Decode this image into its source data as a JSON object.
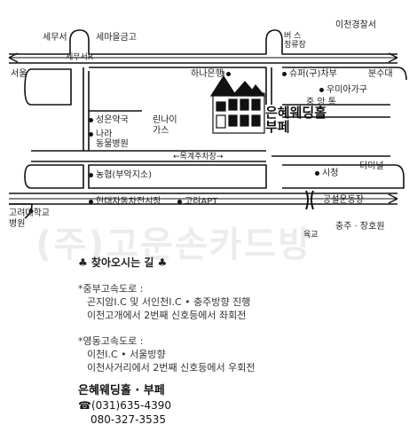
{
  "map": {
    "labels": {
      "semuseo": "세무서",
      "saemaeul": "세마을금고",
      "icheon_police": "이천경찰서",
      "bus_stop_1": "버  스",
      "bus_stop_2": "정류장",
      "semuseo_road": "세무서R",
      "seoul": "서울",
      "hana_bank": "하나은행",
      "shupeo": "슈퍼(구)차부",
      "bunsudae": "분수대",
      "umi_garage": "우미아가구",
      "jungang_st": "중 앙 통",
      "seongeun_pharmacy": "성은약국",
      "nara_animal_1": "나라",
      "nara_animal_2": "동물병원",
      "linnai_1": "린나이",
      "linnai_2": "가스",
      "parking": "←목계주차장→",
      "nonghyup": "농협(부악지소)",
      "city_hall": "시청",
      "terminal": "터미널",
      "hyundai_market": "현대자동차전시장",
      "goryeo_apt": "고려APT",
      "gongseol": "공설운동장",
      "goryeo_hospital_1": "고려대학교",
      "goryeo_hospital_2": "병원",
      "yukgyo": "육교",
      "chungju": "충주 · 장호원"
    },
    "building_name_1": "은혜웨딩홀",
    "building_name_2": "부페",
    "watermark": "(주)고운손카드방"
  },
  "guide": {
    "title": "♣ 찾아오시는 길 ♣",
    "routes": [
      {
        "heading": "*중부고속도로 :",
        "lines": [
          "곤지암I.C 및 서인천I.C • 충주방향 진행",
          "이천고개에서 2번째 신호등에서 좌회전"
        ]
      },
      {
        "heading": "*영동고속도로 :",
        "lines": [
          "이천I.C • 서울방향",
          "이천사거리에서 2번째 신호등에서 우회전"
        ]
      }
    ],
    "contact": {
      "name": "은혜웨딩홀 · 부페",
      "phone": "☎(031)635-4390",
      "phone2": "080-327-3535"
    }
  }
}
